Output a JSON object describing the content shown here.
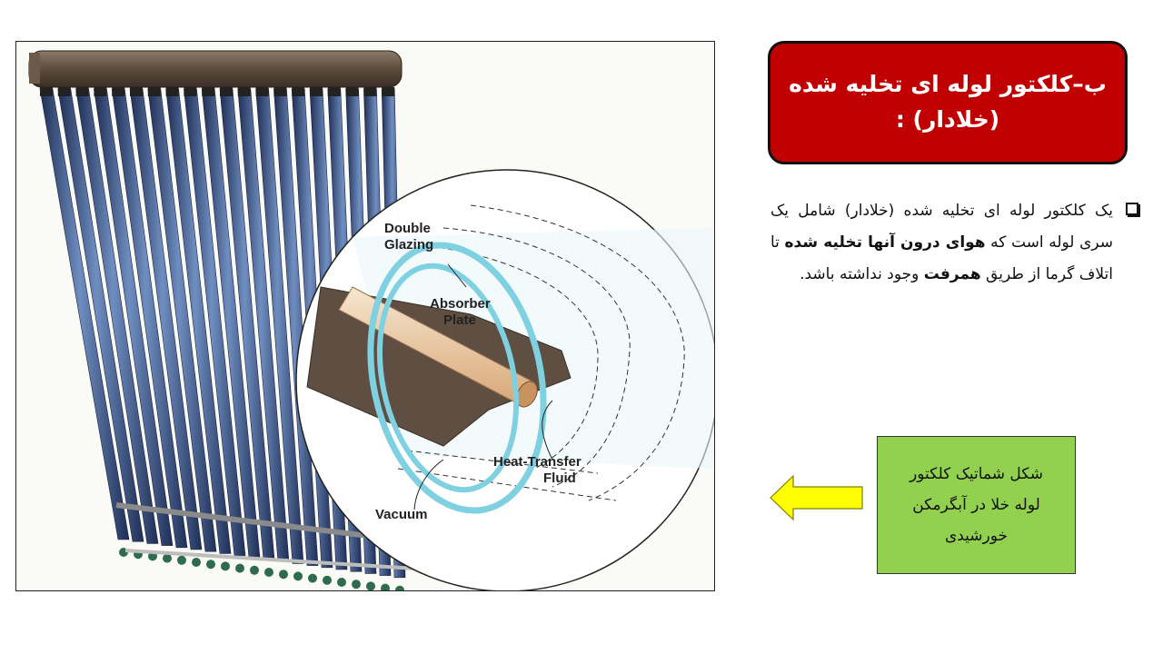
{
  "title": {
    "line1": "ب–کلکتور لوله ای تخلیه شده",
    "line2": "(خلادار) :"
  },
  "bullet": {
    "icon": "checkbox-square-icon",
    "part1": "یک کلکتور لوله ای تخلیه شده (خلادار) شامل یک سری لوله است که ",
    "bold1": "هوای درون آنها تخلیه شده",
    "part2": " تا اتلاف گرما از طریق ",
    "bold2": "همرفت",
    "part3": " وجود نداشته باشد."
  },
  "caption": {
    "line1": "شکل شماتیک کلکتور",
    "line2": "لوله خلا در آبگرمکن",
    "line3": "خورشیدی"
  },
  "figure": {
    "label_double_1": "Double",
    "label_double_2": "Glazing",
    "label_absorber_1": "Absorber",
    "label_absorber_2": "Plate",
    "label_heat_1": "Heat-Transfer",
    "label_heat_2": "Fluid",
    "label_vacuum": "Vacuum"
  },
  "colors": {
    "title_bg": "#c00000",
    "caption_bg": "#92d050",
    "arrow_fill": "#ffff00",
    "tube_blue": "#3d5a8a",
    "glass_ring": "#7fd0e0"
  }
}
